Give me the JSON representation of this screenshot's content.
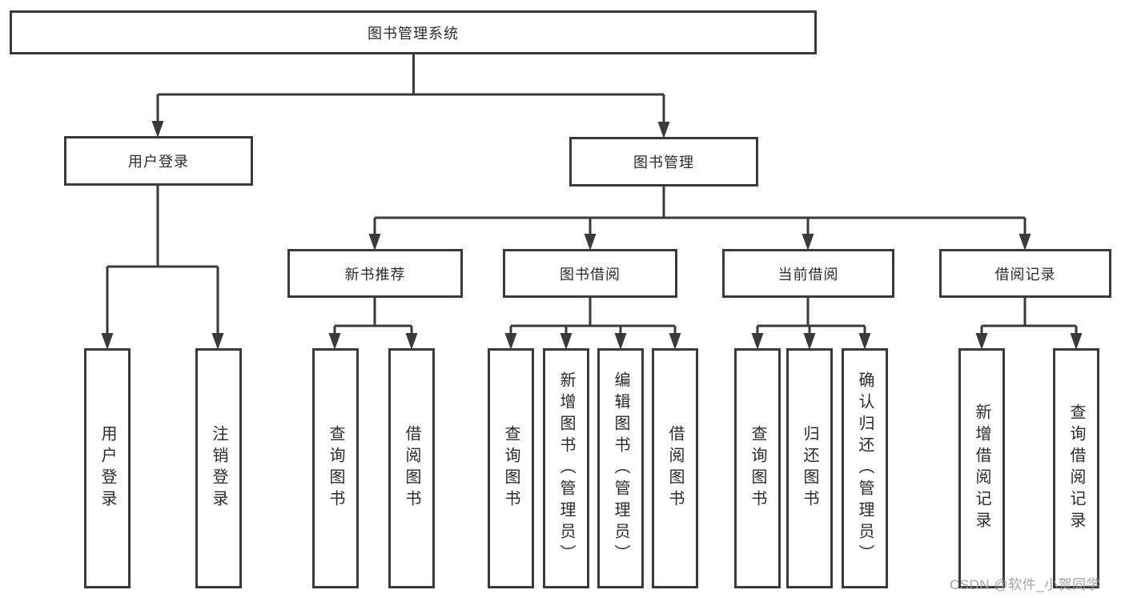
{
  "diagram": {
    "root": {
      "label": "图书管理系统"
    },
    "level2": [
      {
        "label": "用户登录"
      },
      {
        "label": "图书管理"
      }
    ],
    "level3": [
      {
        "label": "新书推荐"
      },
      {
        "label": "图书借阅"
      },
      {
        "label": "当前借阅"
      },
      {
        "label": "借阅记录"
      }
    ],
    "leaves": {
      "user_login": [
        {
          "label": "用户登录"
        },
        {
          "label": "注销登录"
        }
      ],
      "new_book": [
        {
          "label": "查询图书"
        },
        {
          "label": "借阅图书"
        }
      ],
      "book_borrow": [
        {
          "label": "查询图书"
        },
        {
          "label": "新增图书（管理员）"
        },
        {
          "label": "编辑图书（管理员）"
        },
        {
          "label": "借阅图书"
        }
      ],
      "current_borrow": [
        {
          "label": "查询图书"
        },
        {
          "label": "归还图书"
        },
        {
          "label": "确认归还（管理员）"
        }
      ],
      "records": [
        {
          "label": "新增借阅记录"
        },
        {
          "label": "查询借阅记录"
        }
      ]
    }
  },
  "watermark": {
    "text": "CSDN @软件_小贺同学"
  },
  "colors": {
    "line": "#3a3a3a",
    "box_border": "#3a3a3a",
    "text": "#2b2b2b",
    "watermark": "#9b9b9b",
    "background": "#ffffff"
  }
}
